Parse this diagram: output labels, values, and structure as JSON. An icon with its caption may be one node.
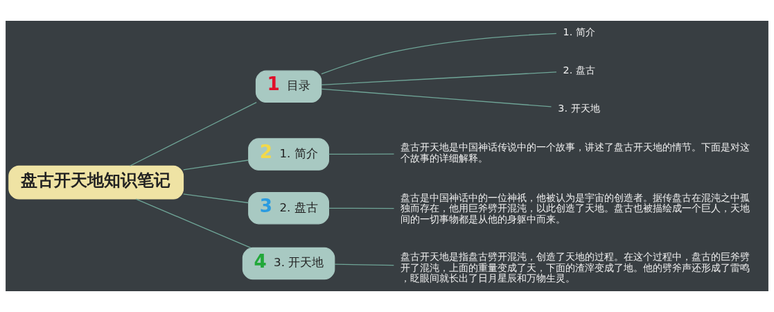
{
  "diagram": {
    "nodes": [
      {
        "text": [
          "盘古开天地知识笔记"
        ]
      },
      {
        "text": [
          "1",
          "目录"
        ]
      },
      {
        "text": [
          "1. 简介"
        ]
      },
      {
        "text": [
          "2. 盘古"
        ]
      },
      {
        "text": [
          "3. 开天地"
        ]
      },
      {
        "text": [
          "2",
          "1. 简介"
        ]
      },
      {
        "text": [
          "盘古开天地是中国神话传说中的一个故事，讲述了盘古开天地的情节。下面是对这个故事的详细解释。"
        ]
      },
      {
        "text": [
          "3",
          "2. 盘古"
        ]
      },
      {
        "text": [
          "盘古是中国神话中的一位神祇，他被认为是宇宙的创造者。据传盘古在混沌之中孤独而存在，他用巨斧劈开混沌，以此创造了天地。盘古也被描绘成一个巨人，天地间的一切事物都是从他的身躯中而来。"
        ]
      },
      {
        "text": [
          "4",
          "3. 开天地"
        ]
      },
      {
        "text": [
          "盘古开天地是指盘古劈开混沌，创造了天地的过程。在这个过程中，盘古的巨斧劈开了混沌，上面的重量变成了天，下面的渣滓变成了地。他的劈斧声还形成了雷鸣，眨眼间就长出了日月星辰和万物生灵。"
        ]
      }
    ],
    "edges": [
      {
        "from": 0,
        "to": 1,
        "arrow": "none"
      },
      {
        "from": 1,
        "to": 2,
        "arrow": "none"
      },
      {
        "from": 1,
        "to": 3,
        "arrow": "none"
      },
      {
        "from": 1,
        "to": 4,
        "arrow": "none"
      },
      {
        "from": 0,
        "to": 5,
        "arrow": "none"
      },
      {
        "from": 5,
        "to": 6,
        "arrow": "none"
      },
      {
        "from": 0,
        "to": 7,
        "arrow": "none"
      },
      {
        "from": 7,
        "to": 8,
        "arrow": "none"
      },
      {
        "from": 0,
        "to": 9,
        "arrow": "none"
      },
      {
        "from": 9,
        "to": 10,
        "arrow": "none"
      }
    ]
  }
}
